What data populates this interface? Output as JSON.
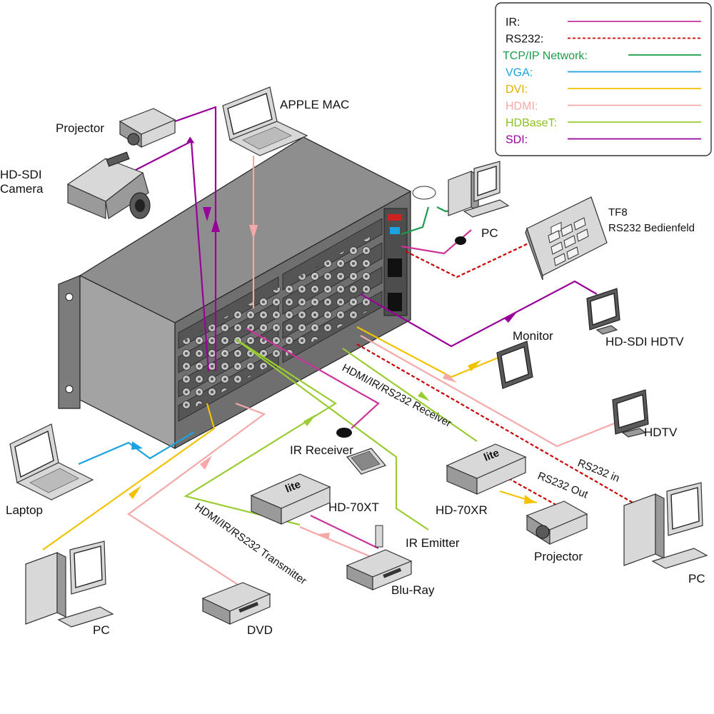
{
  "legend": {
    "items": [
      {
        "label": "IR:",
        "color": "#cc3399",
        "dash": false,
        "text_color": "#111111"
      },
      {
        "label": "RS232:",
        "color": "#cc0000",
        "dash": true,
        "text_color": "#111111"
      },
      {
        "label": "TCP/IP Network:",
        "color": "#1a9c4a",
        "dash": false,
        "text_color": "#1a9c4a"
      },
      {
        "label": "VGA:",
        "color": "#1aa3e0",
        "dash": false,
        "text_color": "#1aa3e0"
      },
      {
        "label": "DVI:",
        "color": "#f2c200",
        "dash": false,
        "text_color": "#e0b000"
      },
      {
        "label": "HDMI:",
        "color": "#f4a8a8",
        "dash": false,
        "text_color": "#f4a8a8"
      },
      {
        "label": "HDBaseT:",
        "color": "#9acd32",
        "dash": false,
        "text_color": "#8cc020"
      },
      {
        "label": "SDI:",
        "color": "#990099",
        "dash": false,
        "text_color": "#990099"
      }
    ]
  },
  "labels": {
    "projector_top": "Projector",
    "apple_mac": "APPLE MAC",
    "hd_sdi_camera_1": "HD-SDI",
    "hd_sdi_camera_2": "Camera",
    "pc_top": "PC",
    "tf8_1": "TF8",
    "tf8_2": "RS232 Bedienfeld",
    "monitor": "Monitor",
    "hd_sdi_hdtv": "HD-SDI HDTV",
    "hdtv": "HDTV",
    "laptop": "Laptop",
    "ir_receiver": "IR Receiver",
    "hdmi_receiver_cable": "HDMI/IR/RS232 Receiver",
    "hd70xt": "HD-70XT",
    "hd70xr": "HD-70XR",
    "rs232_out": "RS232 Out",
    "rs232_in": "RS232 in",
    "ir_emitter": "IR Emitter",
    "projector_bottom": "Projector",
    "pc_right": "PC",
    "hdmi_transmitter_cable": "HDMI/IR/RS232 Transmitter",
    "blu_ray": "Blu-Ray",
    "dvd": "DVD",
    "pc_bottom_left": "PC"
  },
  "device_branding": {
    "extender_brand": "lite"
  },
  "colors": {
    "ir": "#cc3399",
    "rs232": "#cc0000",
    "tcpip": "#1a9c4a",
    "vga": "#1aa3e0",
    "dvi": "#f2c200",
    "hdmi": "#f4a8a8",
    "hdbaset": "#9acd32",
    "sdi": "#990099"
  }
}
